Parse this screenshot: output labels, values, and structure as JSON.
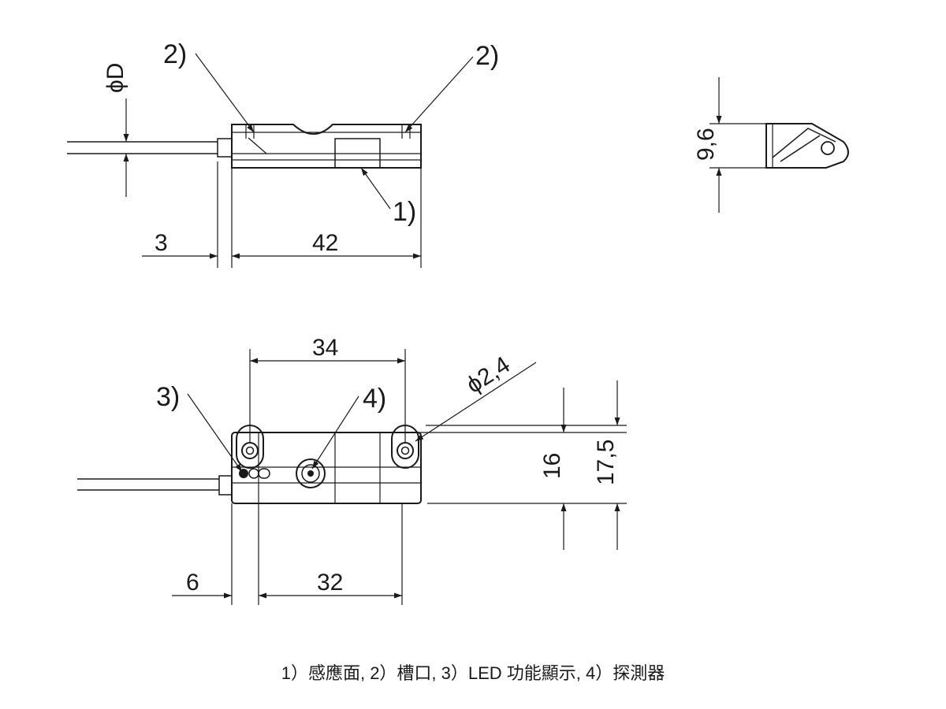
{
  "top_view": {
    "callout_2_left": "2)",
    "callout_2_right": "2)",
    "callout_1": "1)",
    "dim_diameter_d": "ϕD",
    "dim_3": "3",
    "dim_42": "42"
  },
  "side_view": {
    "dim_9_6": "9,6"
  },
  "front_view": {
    "callout_3": "3)",
    "callout_4": "4)",
    "dim_34": "34",
    "dim_hole": "ϕ2,4",
    "dim_16": "16",
    "dim_17_5": "17,5",
    "dim_6": "6",
    "dim_32": "32"
  },
  "caption": "1）感應面, 2）槽口, 3）LED 功能顯示, 4）探測器"
}
